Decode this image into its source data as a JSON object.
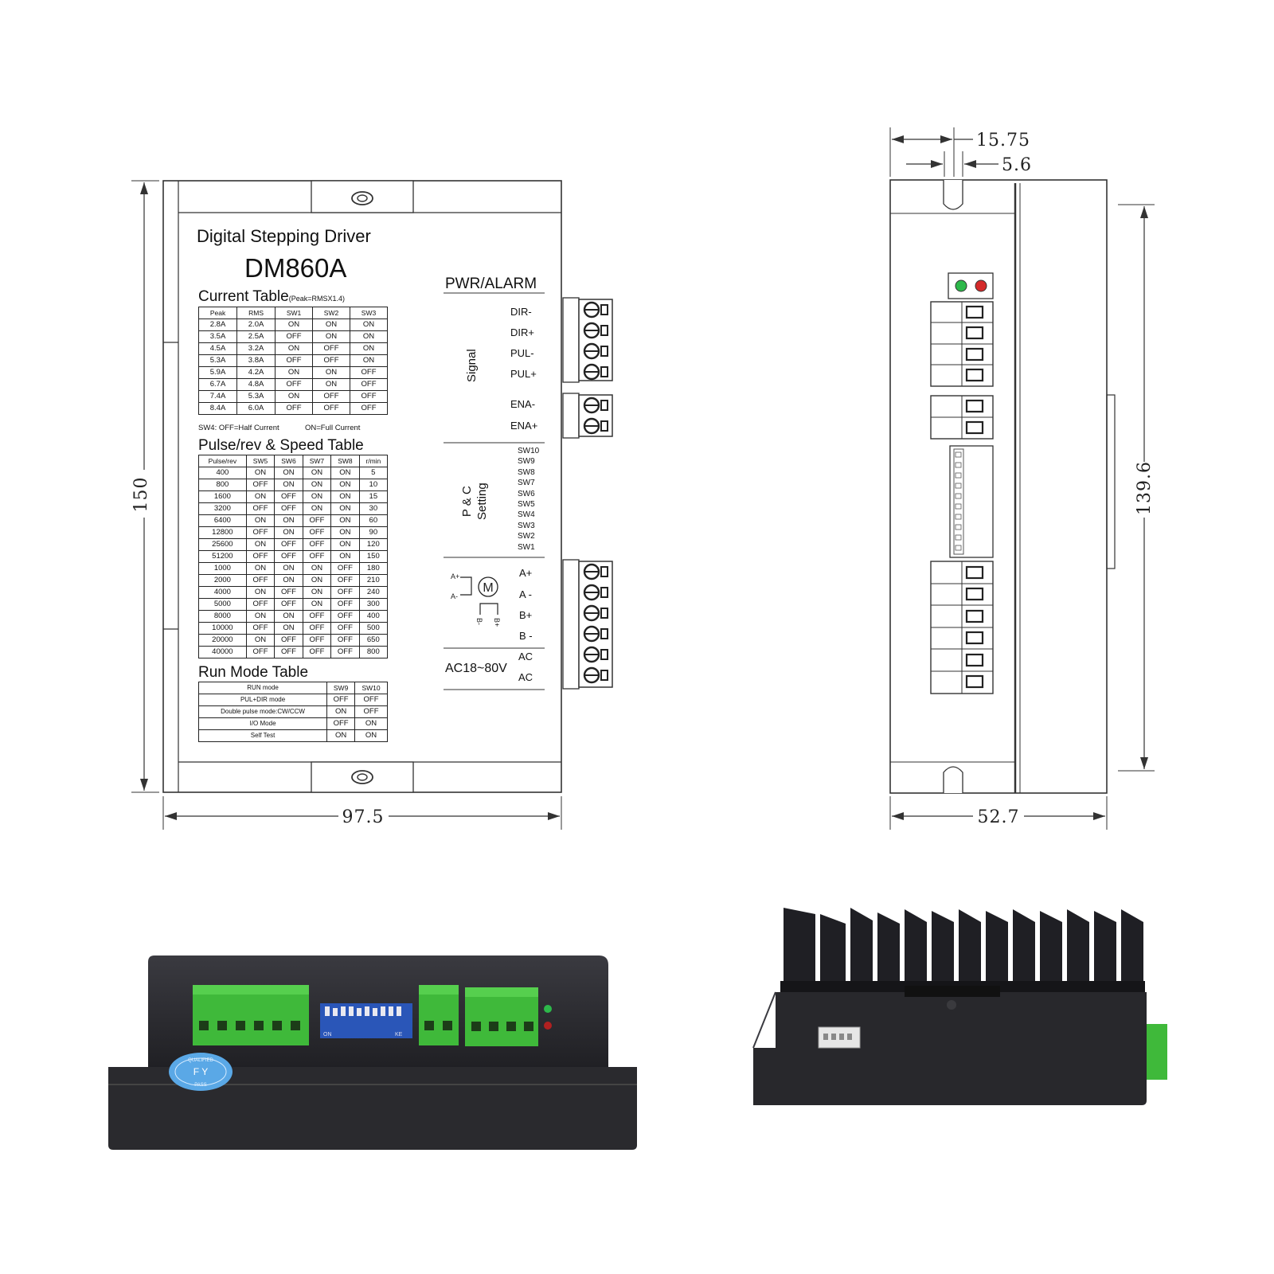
{
  "front_label": {
    "title": "Digital Stepping Driver",
    "model": "DM860A",
    "current_table": {
      "title": "Current Table",
      "note": "(Peak=RMSX1.4)",
      "headers": [
        "Peak",
        "RMS",
        "SW1",
        "SW2",
        "SW3"
      ],
      "rows": [
        [
          "2.8A",
          "2.0A",
          "ON",
          "ON",
          "ON"
        ],
        [
          "3.5A",
          "2.5A",
          "OFF",
          "ON",
          "ON"
        ],
        [
          "4.5A",
          "3.2A",
          "ON",
          "OFF",
          "ON"
        ],
        [
          "5.3A",
          "3.8A",
          "OFF",
          "OFF",
          "ON"
        ],
        [
          "5.9A",
          "4.2A",
          "ON",
          "ON",
          "OFF"
        ],
        [
          "6.7A",
          "4.8A",
          "OFF",
          "ON",
          "OFF"
        ],
        [
          "7.4A",
          "5.3A",
          "ON",
          "OFF",
          "OFF"
        ],
        [
          "8.4A",
          "6.0A",
          "OFF",
          "OFF",
          "OFF"
        ]
      ],
      "sw4_note_a": "SW4: OFF=Half Current",
      "sw4_note_b": "ON=Full Current"
    },
    "pulse_table": {
      "title": "Pulse/rev & Speed Table",
      "headers": [
        "Pulse/rev",
        "SW5",
        "SW6",
        "SW7",
        "SW8",
        "r/min"
      ],
      "rows": [
        [
          "400",
          "ON",
          "ON",
          "ON",
          "ON",
          "5"
        ],
        [
          "800",
          "OFF",
          "ON",
          "ON",
          "ON",
          "10"
        ],
        [
          "1600",
          "ON",
          "OFF",
          "ON",
          "ON",
          "15"
        ],
        [
          "3200",
          "OFF",
          "OFF",
          "ON",
          "ON",
          "30"
        ],
        [
          "6400",
          "ON",
          "ON",
          "OFF",
          "ON",
          "60"
        ],
        [
          "12800",
          "OFF",
          "ON",
          "OFF",
          "ON",
          "90"
        ],
        [
          "25600",
          "ON",
          "OFF",
          "OFF",
          "ON",
          "120"
        ],
        [
          "51200",
          "OFF",
          "OFF",
          "OFF",
          "ON",
          "150"
        ],
        [
          "1000",
          "ON",
          "ON",
          "ON",
          "OFF",
          "180"
        ],
        [
          "2000",
          "OFF",
          "ON",
          "ON",
          "OFF",
          "210"
        ],
        [
          "4000",
          "ON",
          "OFF",
          "ON",
          "OFF",
          "240"
        ],
        [
          "5000",
          "OFF",
          "OFF",
          "ON",
          "OFF",
          "300"
        ],
        [
          "8000",
          "ON",
          "ON",
          "OFF",
          "OFF",
          "400"
        ],
        [
          "10000",
          "OFF",
          "ON",
          "OFF",
          "OFF",
          "500"
        ],
        [
          "20000",
          "ON",
          "OFF",
          "OFF",
          "OFF",
          "650"
        ],
        [
          "40000",
          "OFF",
          "OFF",
          "OFF",
          "OFF",
          "800"
        ]
      ]
    },
    "run_mode_table": {
      "title": "Run Mode Table",
      "headers": [
        "RUN mode",
        "SW9",
        "SW10"
      ],
      "rows": [
        [
          "PUL+DIR mode",
          "OFF",
          "OFF"
        ],
        [
          "Double pulse mode:CW/CCW",
          "ON",
          "OFF"
        ],
        [
          "I/O Mode",
          "OFF",
          "ON"
        ],
        [
          "Self Test",
          "ON",
          "ON"
        ]
      ]
    },
    "pwr_alarm": "PWR/ALARM",
    "signal_label": "Signal",
    "signal_terminals": [
      "DIR-",
      "DIR+",
      "PUL-",
      "PUL+",
      "ENA-",
      "ENA+"
    ],
    "pc_setting_line1": "P & C",
    "pc_setting_line2": "Setting",
    "switches": [
      "SW10",
      "SW9",
      "SW8",
      "SW7",
      "SW6",
      "SW5",
      "SW4",
      "SW3",
      "SW2",
      "SW1"
    ],
    "motor_terminals": [
      "A+",
      "A -",
      "B+",
      "B -"
    ],
    "motor_symbol": "M",
    "motor_coil_labels": [
      "A+",
      "A-",
      "B-",
      "B+"
    ],
    "power_label": "AC18~80V",
    "power_terminals": [
      "AC",
      "AC"
    ]
  },
  "dimensions": {
    "height": "150",
    "width": "97.5",
    "side_height": "139.6",
    "side_width": "52.7",
    "flange_width": "15.75",
    "slot_width": "5.6"
  },
  "photo_labels": {
    "sticker_top": "QUALIFIED",
    "sticker_mid": "F Y",
    "sticker_bottom": "PASS",
    "dip_on": "ON",
    "dip_key": "KE"
  },
  "colors": {
    "terminal_green": "#3fb93a",
    "dip_blue": "#2a56b8",
    "body_dark": "#2b2b2f",
    "led_green": "#2db84a",
    "led_red": "#d42a2a"
  }
}
